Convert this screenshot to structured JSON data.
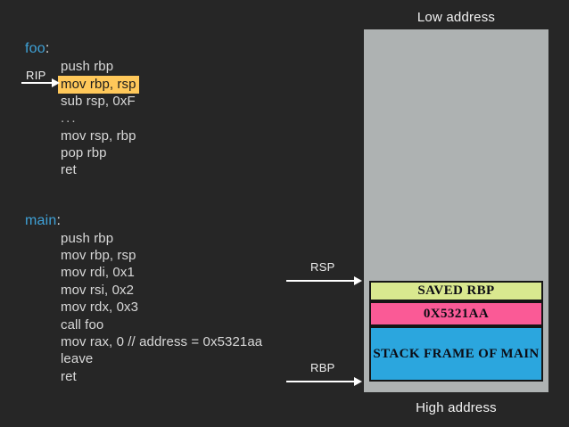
{
  "meta": {
    "background": "#262626",
    "accent_label_color": "#3fa2d8",
    "highlight_color": "#ffc85a",
    "stack_column_color": "#aeb2b2"
  },
  "code": {
    "functions": [
      {
        "name": "foo",
        "label": "foo",
        "colon": ":",
        "lines": [
          {
            "text": "push rbp",
            "highlighted": false
          },
          {
            "text": "mov rbp, rsp",
            "highlighted": true
          },
          {
            "text": "sub rsp, 0xF",
            "highlighted": false
          },
          {
            "text": "...",
            "highlighted": false
          },
          {
            "text": "mov rsp, rbp",
            "highlighted": false
          },
          {
            "text": "pop rbp",
            "highlighted": false
          },
          {
            "text": "ret",
            "highlighted": false
          }
        ]
      },
      {
        "name": "main",
        "label": "main",
        "colon": ":",
        "lines": [
          {
            "text": "push rbp",
            "highlighted": false
          },
          {
            "text": "mov rbp, rsp",
            "highlighted": false
          },
          {
            "text": "mov rdi, 0x1",
            "highlighted": false
          },
          {
            "text": "mov rsi,  0x2",
            "highlighted": false
          },
          {
            "text": "mov rdx, 0x3",
            "highlighted": false
          },
          {
            "text": "call foo",
            "highlighted": false
          },
          {
            "text": "mov rax, 0 // address = 0x5321aa",
            "highlighted": false
          },
          {
            "text": "leave",
            "highlighted": false
          },
          {
            "text": "ret",
            "highlighted": false
          }
        ]
      }
    ]
  },
  "pointers": [
    {
      "name": "rip",
      "label": "RIP"
    },
    {
      "name": "rsp",
      "label": "RSP"
    },
    {
      "name": "rbp",
      "label": "RBP"
    }
  ],
  "stack": {
    "top_label": "Low address",
    "bottom_label": "High address",
    "blocks": [
      {
        "name": "saved-rbp",
        "label": "SAVED RBP",
        "color": "#d9e88f"
      },
      {
        "name": "return-address",
        "label": "0X5321AA",
        "color": "#fa5a96"
      },
      {
        "name": "stack-frame-of-main",
        "label": "STACK FRAME OF MAIN",
        "color": "#2ba6de"
      }
    ]
  }
}
